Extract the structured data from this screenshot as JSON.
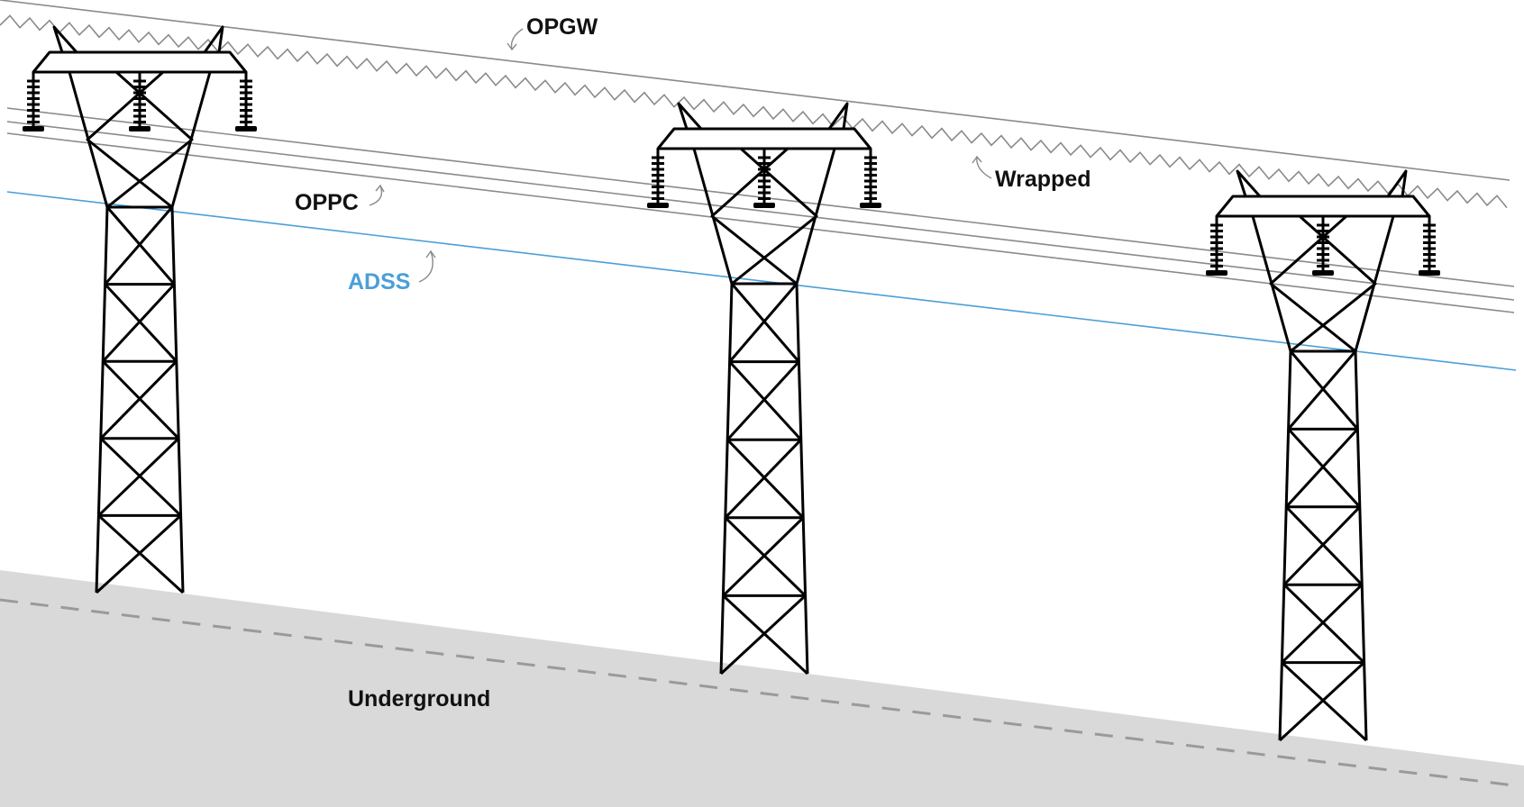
{
  "diagram": {
    "labels": {
      "opgw": "OPGW",
      "wrapped": "Wrapped",
      "oppc": "OPPC",
      "adss": "ADSS",
      "underground": "Underground"
    },
    "colors": {
      "adss": "#4a9fd8",
      "cable": "#8a8a8a",
      "ground": "#d9d9d9",
      "ground_dash": "#9a9a9a",
      "tower": "#000000"
    },
    "icons": [
      "transmission-tower-icon",
      "insulator-icon"
    ]
  }
}
